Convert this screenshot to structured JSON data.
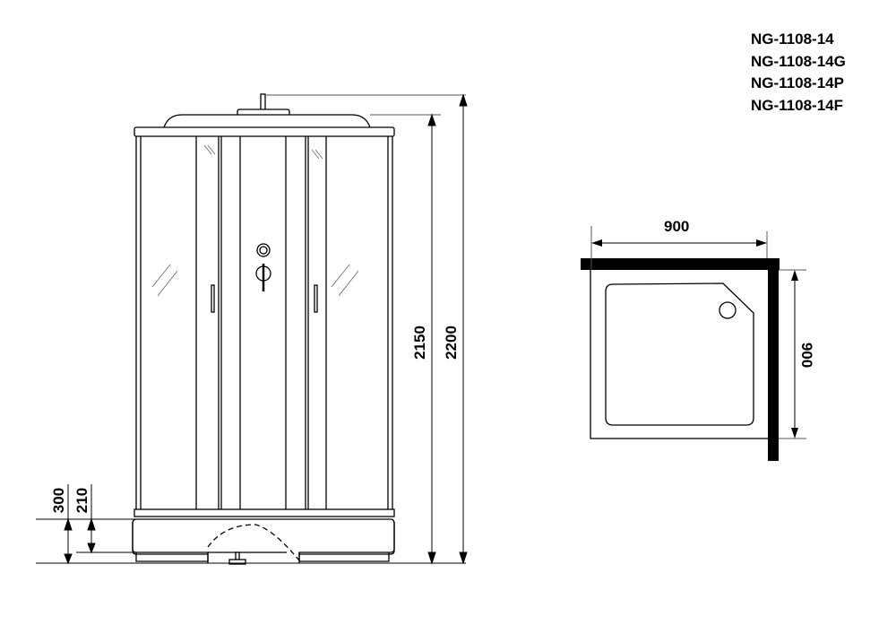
{
  "models": [
    "NG-1108-14",
    "NG-1108-14G",
    "NG-1108-14P",
    "NG-1108-14F"
  ],
  "front_view": {
    "dimensions": {
      "height_without_head": "2150",
      "total_height": "2200",
      "tray_height": "300",
      "tray_step_height": "210"
    }
  },
  "top_view": {
    "dimensions": {
      "width": "900",
      "depth": "900"
    }
  },
  "colors": {
    "line": "#000000",
    "background": "#ffffff"
  }
}
